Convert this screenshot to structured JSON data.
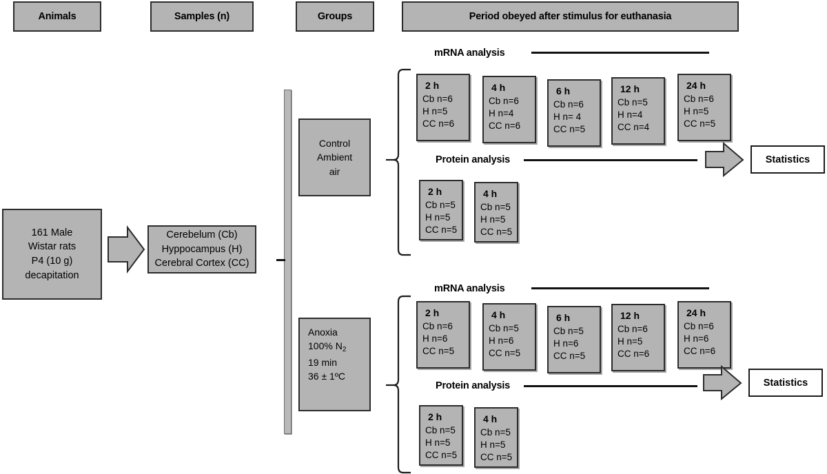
{
  "header": {
    "columns": [
      {
        "label": "Animals"
      },
      {
        "label": "Samples (n)"
      },
      {
        "label": "Groups"
      },
      {
        "label": "Period obeyed after stimulus for euthanasia"
      }
    ]
  },
  "animals_box": {
    "lines": [
      "161  Male",
      "Wistar rats",
      "P4 (10 g)",
      "decapitation"
    ]
  },
  "samples_box": {
    "lines": [
      "Cerebelum (Cb)",
      "Hyppocampus (H)",
      "Cerebral Cortex (CC)"
    ]
  },
  "groups": [
    {
      "name": "control",
      "lines": [
        "Control",
        "Ambient",
        "air"
      ],
      "align": "center",
      "statistics_label": "Statistics",
      "analyses": [
        {
          "name": "mrna",
          "label": "mRNA analysis",
          "timepoints": [
            {
              "time": "2 h",
              "cb": "Cb n=6",
              "h": "H n=5",
              "cc": "CC n=6"
            },
            {
              "time": "4 h",
              "cb": "Cb n=6",
              "h": "H n=4",
              "cc": "CC n=6"
            },
            {
              "time": "6 h",
              "cb": "Cb n=6",
              "h": "H n= 4",
              "cc": "CC n=5"
            },
            {
              "time": "12 h",
              "cb": "Cb n=5",
              "h": "H n=4",
              "cc": "CC n=4"
            },
            {
              "time": "24 h",
              "cb": "Cb n=6",
              "h": "H n=5",
              "cc": "CC n=5"
            }
          ]
        },
        {
          "name": "protein",
          "label": "Protein analysis",
          "timepoints": [
            {
              "time": "2 h",
              "cb": "Cb n=5",
              "h": "H n=5",
              "cc": "CC n=5"
            },
            {
              "time": "4 h",
              "cb": "Cb n=5",
              "h": "H n=5",
              "cc": "CC n=5"
            }
          ]
        }
      ]
    },
    {
      "name": "anoxia",
      "lines": [
        "Anoxia",
        "100% N2",
        "19 min",
        "36 ± 1ºC"
      ],
      "align": "left",
      "statistics_label": "Statistics",
      "analyses": [
        {
          "name": "mrna",
          "label": "mRNA analysis",
          "timepoints": [
            {
              "time": "2 h",
              "cb": "Cb n=6",
              "h": "H n=6",
              "cc": "CC n=5"
            },
            {
              "time": "4 h",
              "cb": "Cb n=5",
              "h": "H n=6",
              "cc": "CC n=5"
            },
            {
              "time": "6 h",
              "cb": "Cb n=5",
              "h": "H n=6",
              "cc": "CC n=5"
            },
            {
              "time": "12 h",
              "cb": "Cb n=6",
              "h": "H n=5",
              "cc": "CC n=6"
            },
            {
              "time": "24 h",
              "cb": "Cb n=6",
              "h": "H n=6",
              "cc": "CC n=6"
            }
          ]
        },
        {
          "name": "protein",
          "label": "Protein analysis",
          "timepoints": [
            {
              "time": "2 h",
              "cb": "Cb n=5",
              "h": "H n=5",
              "cc": "CC n=5"
            },
            {
              "time": "4 h",
              "cb": "Cb n=5",
              "h": "H n=5",
              "cc": "CC n=5"
            }
          ]
        }
      ]
    }
  ],
  "colors": {
    "box_fill": "#b4b4b4",
    "box_border": "#2b2b2b",
    "line": "#111111",
    "background": "#ffffff",
    "bar_fill": "#b9b9b9"
  }
}
